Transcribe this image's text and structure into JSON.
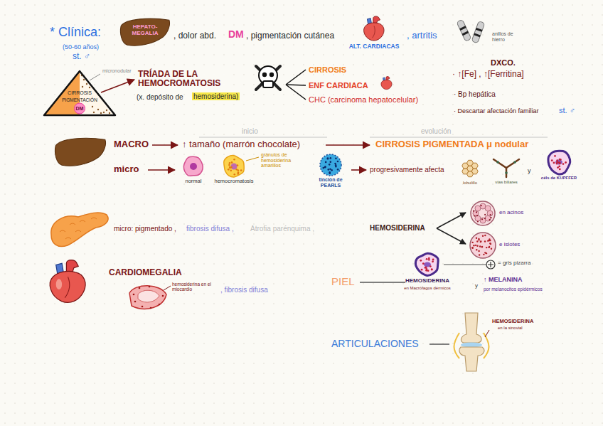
{
  "diagram": {
    "nodes": [
      {
        "text": [
          "HEPATO-MEGALIA"
        ]
      },
      {
        "text": [
          "ALT. CARDIACAS"
        ]
      },
      {
        "text": [
          "CIRROSIS",
          "PIGMENTACIÓN",
          "DM"
        ]
      },
      {
        "text": [
          "normal"
        ]
      },
      {
        "text": [
          "hemocromatosis"
        ]
      },
      {
        "text": [
          "tinción de PEARLS"
        ]
      },
      {
        "text": [
          "lobulillo"
        ]
      },
      {
        "text": [
          "vías biliares"
        ]
      },
      {
        "text": [
          "céls de KUPFFER"
        ]
      },
      {
        "text": [
          "en acinos"
        ]
      },
      {
        "text": [
          "e islotes"
        ]
      },
      {
        "text": [
          "HEMOSIDERINA",
          "en Macrófagos dérmicos"
        ]
      }
    ],
    "labels": [
      "* Clínica:",
      "(50-60 años)",
      "st. ♂",
      ", dolor abd.",
      "DM",
      ", pigmentación cutánea",
      ", artritis",
      "anillos de hierro",
      "micronodular",
      "TRÍADA DE LA HEMOCROMATOSIS",
      "(x. depósito de",
      "hemosiderina)",
      "CIRROSIS",
      "ENF CARDIACA",
      "CHC (carcinoma hepatocelular)",
      "DXCO.",
      "· ↑[Fe] , ↑[Ferritina]",
      "· Bp hepática",
      "· Descartar afectación familiar",
      "st. ♂",
      "inicio",
      "evolución",
      "MACRO",
      "↑ tamaño (marrón chocolate)",
      "CIRROSIS PIGMENTADA μ nodular",
      "micro",
      "gránulos de hemosiderina amarillos",
      "progresivamente afecta",
      "y",
      "micro: pigmentado ,",
      "fibrosis difusa ,",
      "Atrofia parénquima ,",
      "HEMOSIDERINA",
      "CARDIOMEGALIA",
      "hemosiderina en el miocardio",
      ", fibrosis difusa",
      "PIEL",
      "y",
      "↑ MELANINA",
      "por melanocitos epidérmicos",
      "= gris pizarra",
      "ARTICULACIONES",
      "HEMOSIDERINA",
      "en la sinovial"
    ]
  }
}
